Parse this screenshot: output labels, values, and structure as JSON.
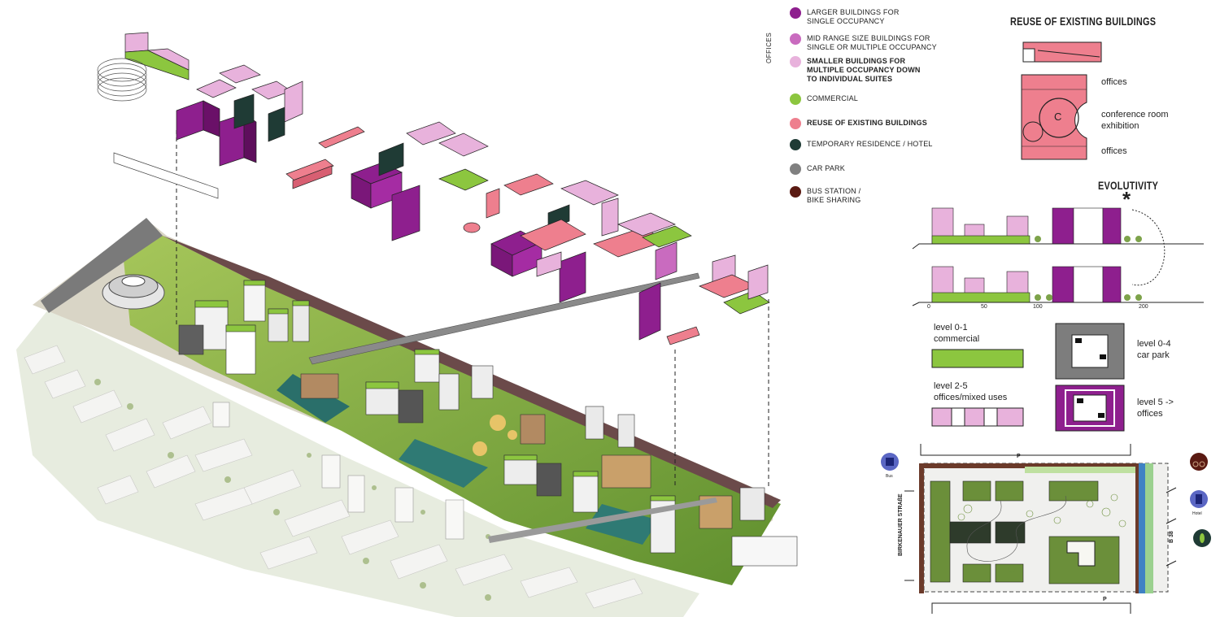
{
  "legend": {
    "group_label": "OFFICES",
    "items": [
      {
        "label": "LARGER BUILDINGS FOR\nSINGLE OCCUPANCY",
        "color": "#8e1f8e"
      },
      {
        "label": "MID RANGE SIZE BUILDINGS FOR\nSINGLE OR MULTIPLE OCCUPANCY",
        "color": "#c96bbf"
      },
      {
        "label": "SMALLER BUILDINGS FOR\nMULTIPLE OCCUPANCY DOWN\nTO INDIVIDUAL SUITES",
        "color": "#e8b2dc"
      },
      {
        "label": "COMMERCIAL",
        "color": "#8cc63f"
      },
      {
        "label": "REUSE OF EXISTING BUILDINGS",
        "color": "#ee7f8e"
      },
      {
        "label": "TEMPORARY RESIDENCE / HOTEL",
        "color": "#1f3b35"
      },
      {
        "label": "CAR PARK",
        "color": "#808080"
      },
      {
        "label": "BUS STATION /\nBIKE SHARING",
        "color": "#5a1a12"
      }
    ]
  },
  "reuse": {
    "title": "REUSE OF EXISTING BUILDINGS",
    "offices_top": "offices",
    "conference": "conference room\nexhibition",
    "offices_bottom": "offices",
    "circle_letter": "C"
  },
  "evolutivity": {
    "title": "EVOLUTIVITY",
    "scale_labels": [
      "0",
      "50",
      "100",
      "200"
    ],
    "asterisk": "*"
  },
  "levels": {
    "commercial": "level 0-1\ncommercial",
    "car_park": "level 0-4\ncar park",
    "mixed": "level 2-5\noffices/mixed uses",
    "offices": "level 5 ->\noffices"
  },
  "site_plan": {
    "street_left": "BIRKENAUER STRAßE",
    "street_right": "B 38",
    "parking_top": "P",
    "parking_bottom": "P",
    "icon_labels": [
      "Bus",
      "Hotel"
    ]
  },
  "colors": {
    "purple_dark": "#8e1f8e",
    "purple_mid": "#c96bbf",
    "purple_light": "#e8b2dc",
    "green": "#8cc63f",
    "pink": "#ee7f8e",
    "dark_green": "#1f3b35",
    "gray": "#808080",
    "brown": "#5a1a12"
  }
}
